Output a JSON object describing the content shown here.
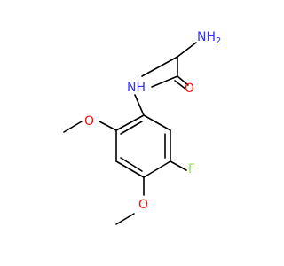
{
  "colors": {
    "background": "#ffffff",
    "bond": "#000000",
    "nitrogen": "#3333ff",
    "oxygen": "#ff0d0d",
    "fluorine": "#90e050"
  },
  "atoms": {
    "nh2": "NH",
    "nh2_sub": "2",
    "amide_nh": "NH",
    "carbonyl_o": "O",
    "methoxy_o_upper": "O",
    "methoxy_o_lower": "O",
    "fluorine": "F"
  }
}
